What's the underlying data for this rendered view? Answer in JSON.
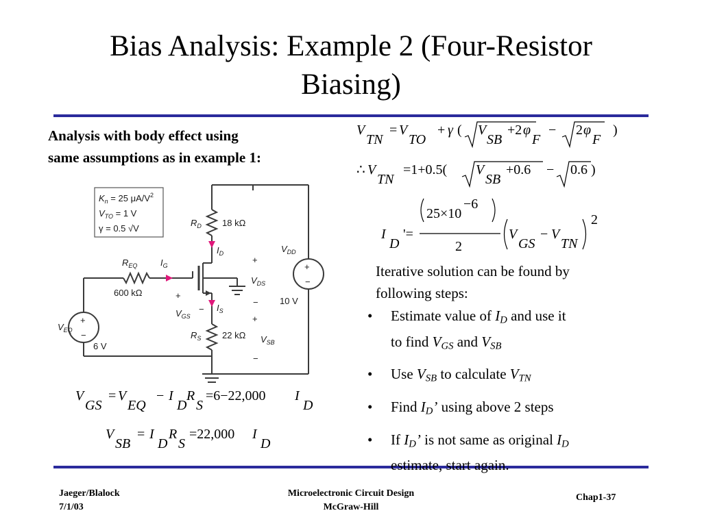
{
  "slide": {
    "title_line1": "Bias Analysis: Example 2 (Four-Resistor",
    "title_line2": "Biasing)",
    "intro_line1": "Analysis with body effect using",
    "intro_line2": "same assumptions as in example 1:"
  },
  "equations": {
    "vtn_general": {
      "lhs_sym": "V",
      "lhs_sub": "TN",
      "eq": "=",
      "vto_sym": "V",
      "vto_sub": "TO",
      "plus": "+",
      "gamma": "γ",
      "open": "(",
      "vsb_sym": "V",
      "vsb_sub": "SB",
      "plus2": "+2",
      "phi": "φ",
      "phi_sub": "F",
      "minus": "−",
      "two": "2",
      "phi2": "φ",
      "phi2_sub": "F",
      "close": ")"
    },
    "vtn_numeric": {
      "therefore": "∴",
      "lhs_sym": "V",
      "lhs_sub": "TN",
      "eq": "=1+0.5(",
      "vsb_sym": "V",
      "vsb_sub": "SB",
      "plus": "+0.6",
      "minus": "−",
      "root": "0.6",
      "close": ")"
    },
    "id_prime": {
      "lhs_sym": "I",
      "lhs_sub": "D",
      "prime_eq": "'=",
      "num": "25×10",
      "exp": "−6",
      "den": "2",
      "vgs_sym": "V",
      "vgs_sub": "GS",
      "minus": "−",
      "vtn_sym": "V",
      "vtn_sub": "TN",
      "square": "2"
    },
    "vgs": {
      "lhs_sym": "V",
      "lhs_sub": "GS",
      "eq": "=",
      "veq_sym": "V",
      "veq_sub": "EQ",
      "minus": "−",
      "i_sym": "I",
      "i_sub": "D",
      "r_sym": "R",
      "r_sub": "S",
      "rhs": "=6−22,000",
      "i2_sym": "I",
      "i2_sub": "D"
    },
    "vsb": {
      "lhs_sym": "V",
      "lhs_sub": "SB",
      "eq": "=",
      "i_sym": "I",
      "i_sub": "D",
      "r_sym": "R",
      "r_sub": "S",
      "rhs": "=22,000",
      "i2_sym": "I",
      "i2_sub": "D"
    }
  },
  "iterative": {
    "lead_line1": "Iterative solution can be found by",
    "lead_line2": "following steps:",
    "bullet": "•",
    "b1": {
      "t1": "Estimate value of ",
      "s1": "I",
      "s1sub": "D",
      "t2": " and use it",
      "t3": "to find ",
      "s2": "V",
      "s2sub": "GS",
      "t4": " and ",
      "s3": "V",
      "s3sub": "SB"
    },
    "b2": {
      "t1": "Use ",
      "s1": "V",
      "s1sub": "SB",
      "t2": " to calculate ",
      "s2": "V",
      "s2sub": "TN"
    },
    "b3": {
      "t1": "Find ",
      "s1": "I",
      "s1sub": "D",
      "s1prime": "’",
      "t2": " using above 2 steps"
    },
    "b4": {
      "t1": "If ",
      "s1": "I",
      "s1sub": "D",
      "s1prime": "’",
      "t2": " is not same as original ",
      "s2": "I",
      "s2sub": "D",
      "t3": "estimate, start again."
    }
  },
  "circuit": {
    "params": {
      "kn_sym": "K",
      "kn_sub": "n",
      "kn_val": " = 25 μA/V",
      "kn_exp": "2",
      "vto_sym": "V",
      "vto_sub": "TO",
      "vto_val": " = 1 V",
      "gamma_sym": "γ",
      "gamma_val": " = 0.5 √V"
    },
    "labels": {
      "rd_sym": "R",
      "rd_sub": "D",
      "rd_val": "18 kΩ",
      "id_sym": "I",
      "id_sub": "D",
      "vdd_sym": "V",
      "vdd_sub": "DD",
      "vdd_val": "10 V",
      "vds_sym": "V",
      "vds_sub": "DS",
      "req_sym": "R",
      "req_sub": "EQ",
      "req_val": "600 kΩ",
      "ig_sym": "I",
      "ig_sub": "G",
      "veq_sym": "V",
      "veq_sub": "EQ",
      "veq_val": "6 V",
      "vgs_sym": "V",
      "vgs_sub": "GS",
      "is_sym": "I",
      "is_sub": "S",
      "rs_sym": "R",
      "rs_sub": "S",
      "rs_val": "22 kΩ",
      "vsb_sym": "V",
      "vsb_sub": "SB",
      "plus": "+",
      "minus": "−"
    },
    "colors": {
      "wire": "#3a3a3a",
      "arrow": "#e0177a"
    }
  },
  "footer": {
    "left1": "Jaeger/Blalock",
    "left2": "7/1/03",
    "center1": "Microelectronic Circuit Design",
    "center2": "McGraw-Hill",
    "right": "Chap1-37"
  }
}
